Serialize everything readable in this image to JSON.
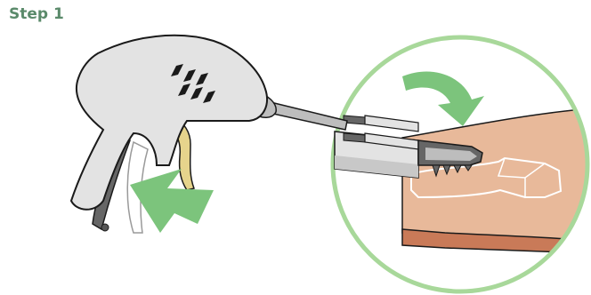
{
  "step": {
    "title": "Step 1"
  },
  "colors": {
    "title": "#5a8a6a",
    "outline": "#1a1a1a",
    "device_body": "#e3e3e3",
    "device_shade": "#c8c8c8",
    "trigger_gold": "#e6d48c",
    "metal": "#bdbdbd",
    "jaw_dark": "#666666",
    "skin": "#e8b99a",
    "skin_edge": "#c97a58",
    "circle_ring": "#a8d89a",
    "arrow_green": "#7cc47c",
    "mesh_white": "#ffffff"
  },
  "icons": {
    "device": "surgical-stapler-gun",
    "push_arrow": "green-curved-arrow",
    "press_arrow": "green-bold-arrow",
    "zoom": "magnifier-circle",
    "tissue": "skin-tissue-section",
    "mesh": "mesh-implant-outline"
  }
}
